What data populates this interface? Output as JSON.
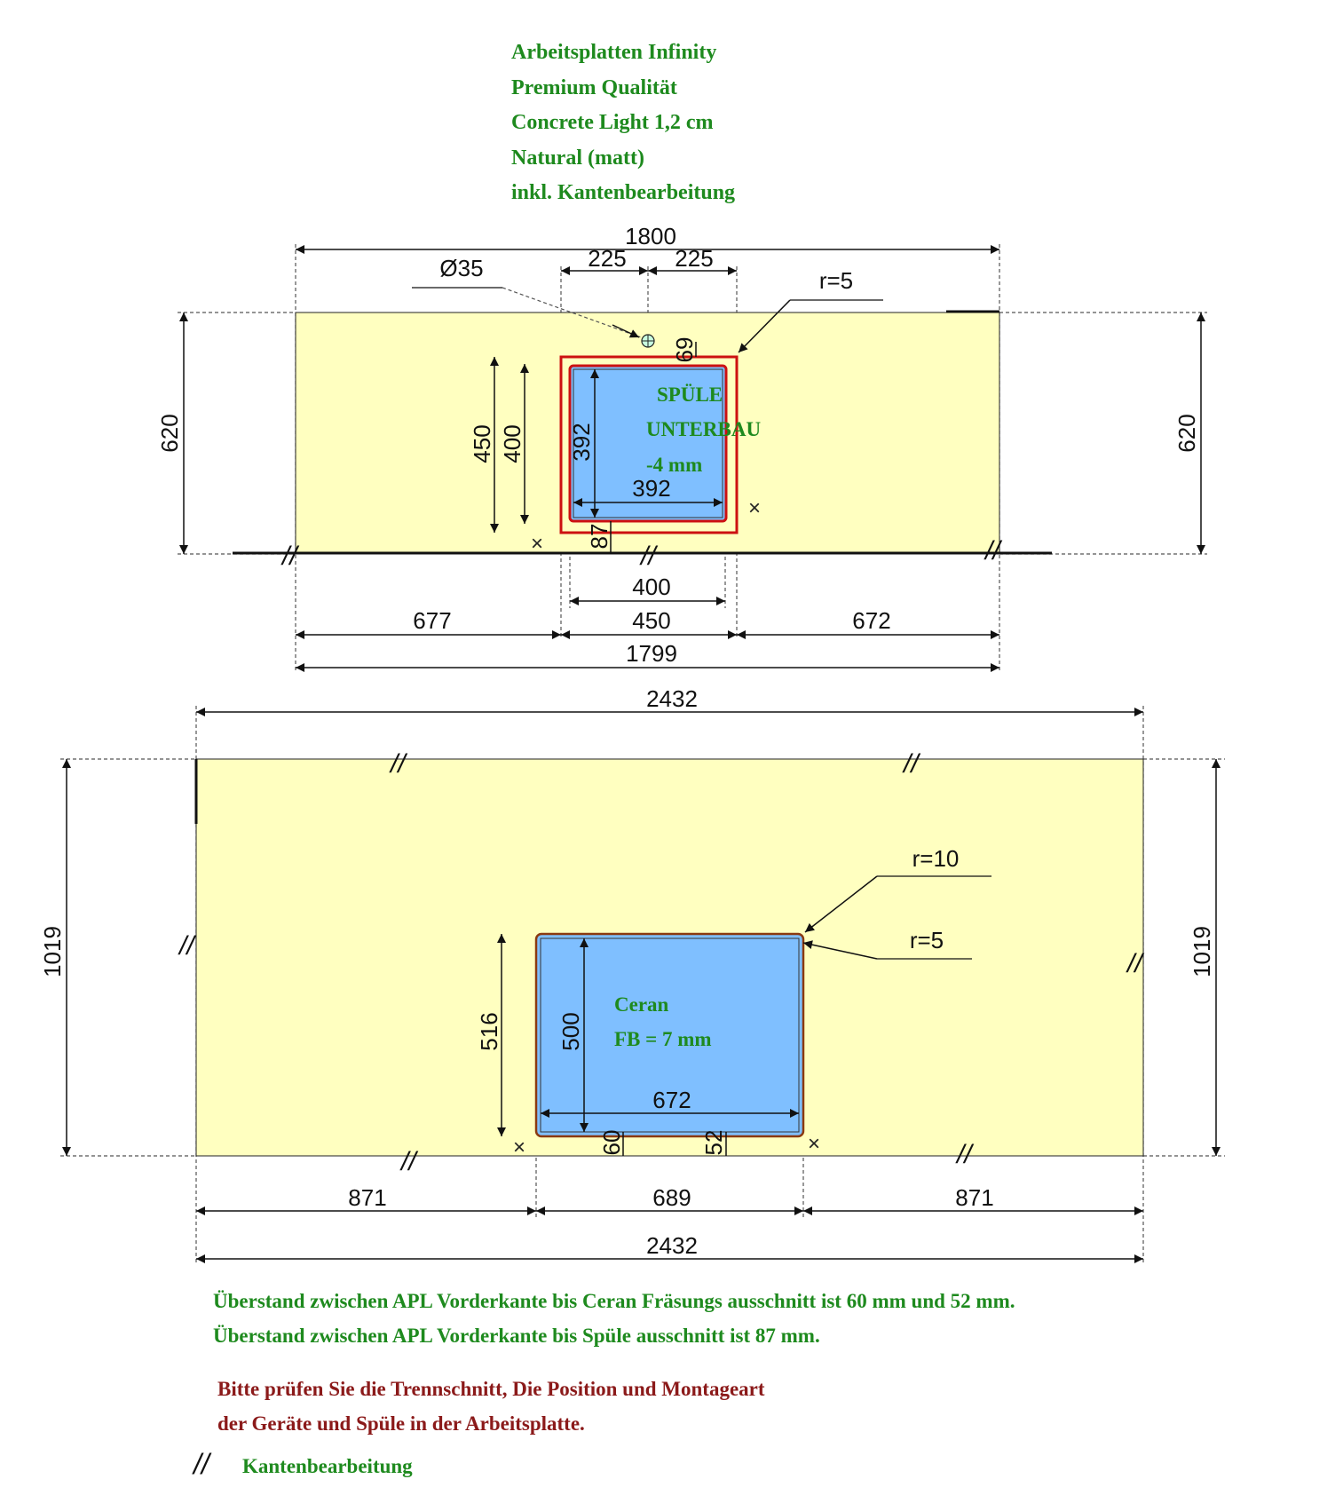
{
  "header": {
    "lines": [
      "Arbeitsplatten Infinity",
      "Premium Qualität",
      "Concrete Light 1,2 cm",
      "Natural (matt)",
      "inkl. Kantenbearbeitung"
    ]
  },
  "top_panel": {
    "dim_total_top": "1800",
    "dim_left_offset": "225",
    "dim_right_offset": "225",
    "hole_label": "Ø35",
    "radius_label": "r=5",
    "height_left": "620",
    "height_right": "620",
    "dim_450_v": "450",
    "dim_400_v": "400",
    "dim_392_v": "392",
    "dim_392_h": "392",
    "dim_69": "69",
    "dim_87": "87",
    "sink_label_1": "SPÜLE",
    "sink_label_2": "UNTERBAU",
    "sink_label_3": "-4 mm",
    "dim_400_h": "400",
    "dim_677": "677",
    "dim_450_h": "450",
    "dim_672": "672",
    "dim_1799": "1799"
  },
  "bottom_panel": {
    "dim_total_top": "2432",
    "height_left": "1019",
    "height_right": "1019",
    "radius_outer": "r=10",
    "radius_inner": "r=5",
    "dim_516": "516",
    "dim_500": "500",
    "cooktop_label_1": "Ceran",
    "cooktop_label_2": "FB = 7 mm",
    "dim_672": "672",
    "dim_60": "60",
    "dim_52": "52",
    "dim_871_left": "871",
    "dim_689": "689",
    "dim_871_right": "871",
    "dim_total_bottom": "2432"
  },
  "notes": {
    "green_1": "Überstand zwischen APL Vorderkante bis Ceran Fräsungs ausschnitt ist 60 mm und 52 mm.",
    "green_2": "Überstand zwischen APL Vorderkante bis Spüle ausschnitt ist 87 mm.",
    "red_1": "Bitte prüfen Sie die Trennschnitt, Die Position und Montageart",
    "red_2": "der Geräte und Spüle in der Arbeitsplatte.",
    "legend_symbol": "//",
    "legend_label": "Kantenbearbeitung"
  },
  "colors": {
    "panel_fill": "#ffffc0",
    "cutout_fill": "#7fbfff",
    "cutout_outline": "#cc1111",
    "text_green": "#1e8a1e",
    "text_red": "#8b1a1a"
  }
}
